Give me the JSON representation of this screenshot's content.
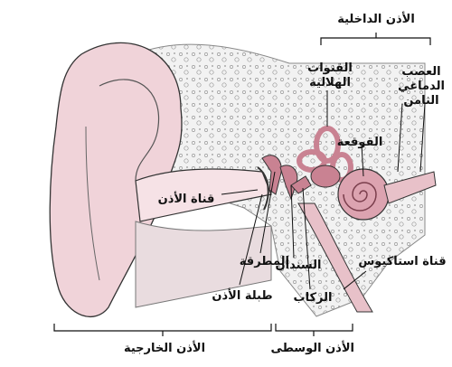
{
  "labels": {
    "inner_ear": "الأذن الداخلية",
    "semicircular_canals_line1": "القنوات",
    "semicircular_canals_line2": "الهلالية",
    "vestibulocochlear_line1": "العصب",
    "vestibulocochlear_line2": "الدماغي",
    "vestibulocochlear_line3": "الثامن",
    "cochlea": "القوقعة",
    "ear_canal": "قناة الأذن",
    "hammer": "المطرقة",
    "anvil": "السندان",
    "eardrum": "طبلة الأذن",
    "stirrup": "الركاب",
    "eustachian_tube": "قناة استاكيوس",
    "outer_ear": "الأذن الخارجية",
    "middle_ear": "الأذن الوسطى"
  },
  "colors": {
    "pinna_fill": "#f0d3d9",
    "canal_fill": "#f6e2e6",
    "inner_structures": "#c98292",
    "bone_fill": "#efefef",
    "outline": "#333333"
  }
}
